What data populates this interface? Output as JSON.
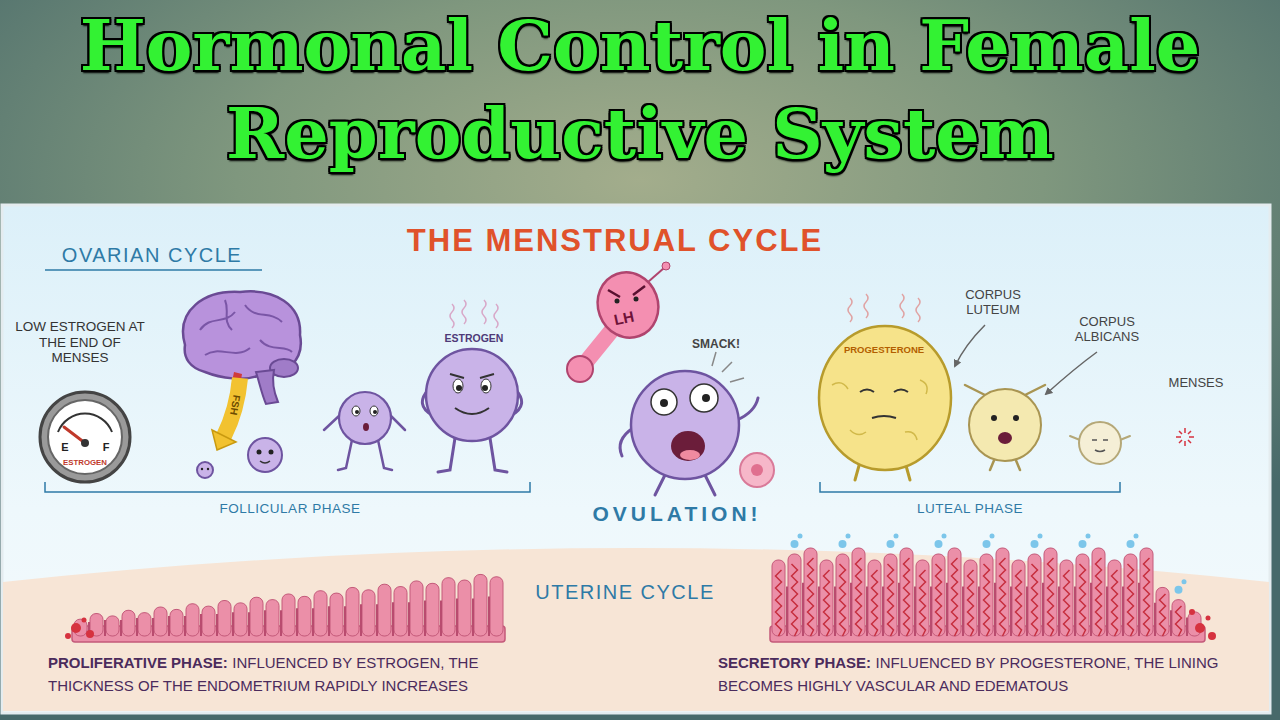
{
  "diagram": {
    "title": "Hormonal Control in Female Reproductive System",
    "labels": [
      "THE MENSTRUAL CYCLE",
      "OVARIAN CYCLE",
      "LOW ESTROGEN AT THE END OF MENSES",
      "E",
      "F",
      "ESTROGEN",
      "FSH",
      "ESTROGEN",
      "LH",
      "SMACK!",
      "PROGESTERONE",
      "CORPUS LUTEUM",
      "CORPUS ALBICANS",
      "MENSES",
      "FOLLICULAR PHASE",
      "OVULATION!",
      "LUTEAL PHASE",
      "UTERINE CYCLE",
      "PROLIFERATIVE PHASE:",
      "INFLUENCED BY ESTROGEN, THE THICKNESS OF THE ENDOMETRIUM RAPIDLY INCREASES",
      "SECRETORY PHASE:",
      "INFLUENCED BY PROGESTERONE, THE LINING BECOMES HIGHLY VASCULAR AND EDEMATOUS"
    ]
  }
}
